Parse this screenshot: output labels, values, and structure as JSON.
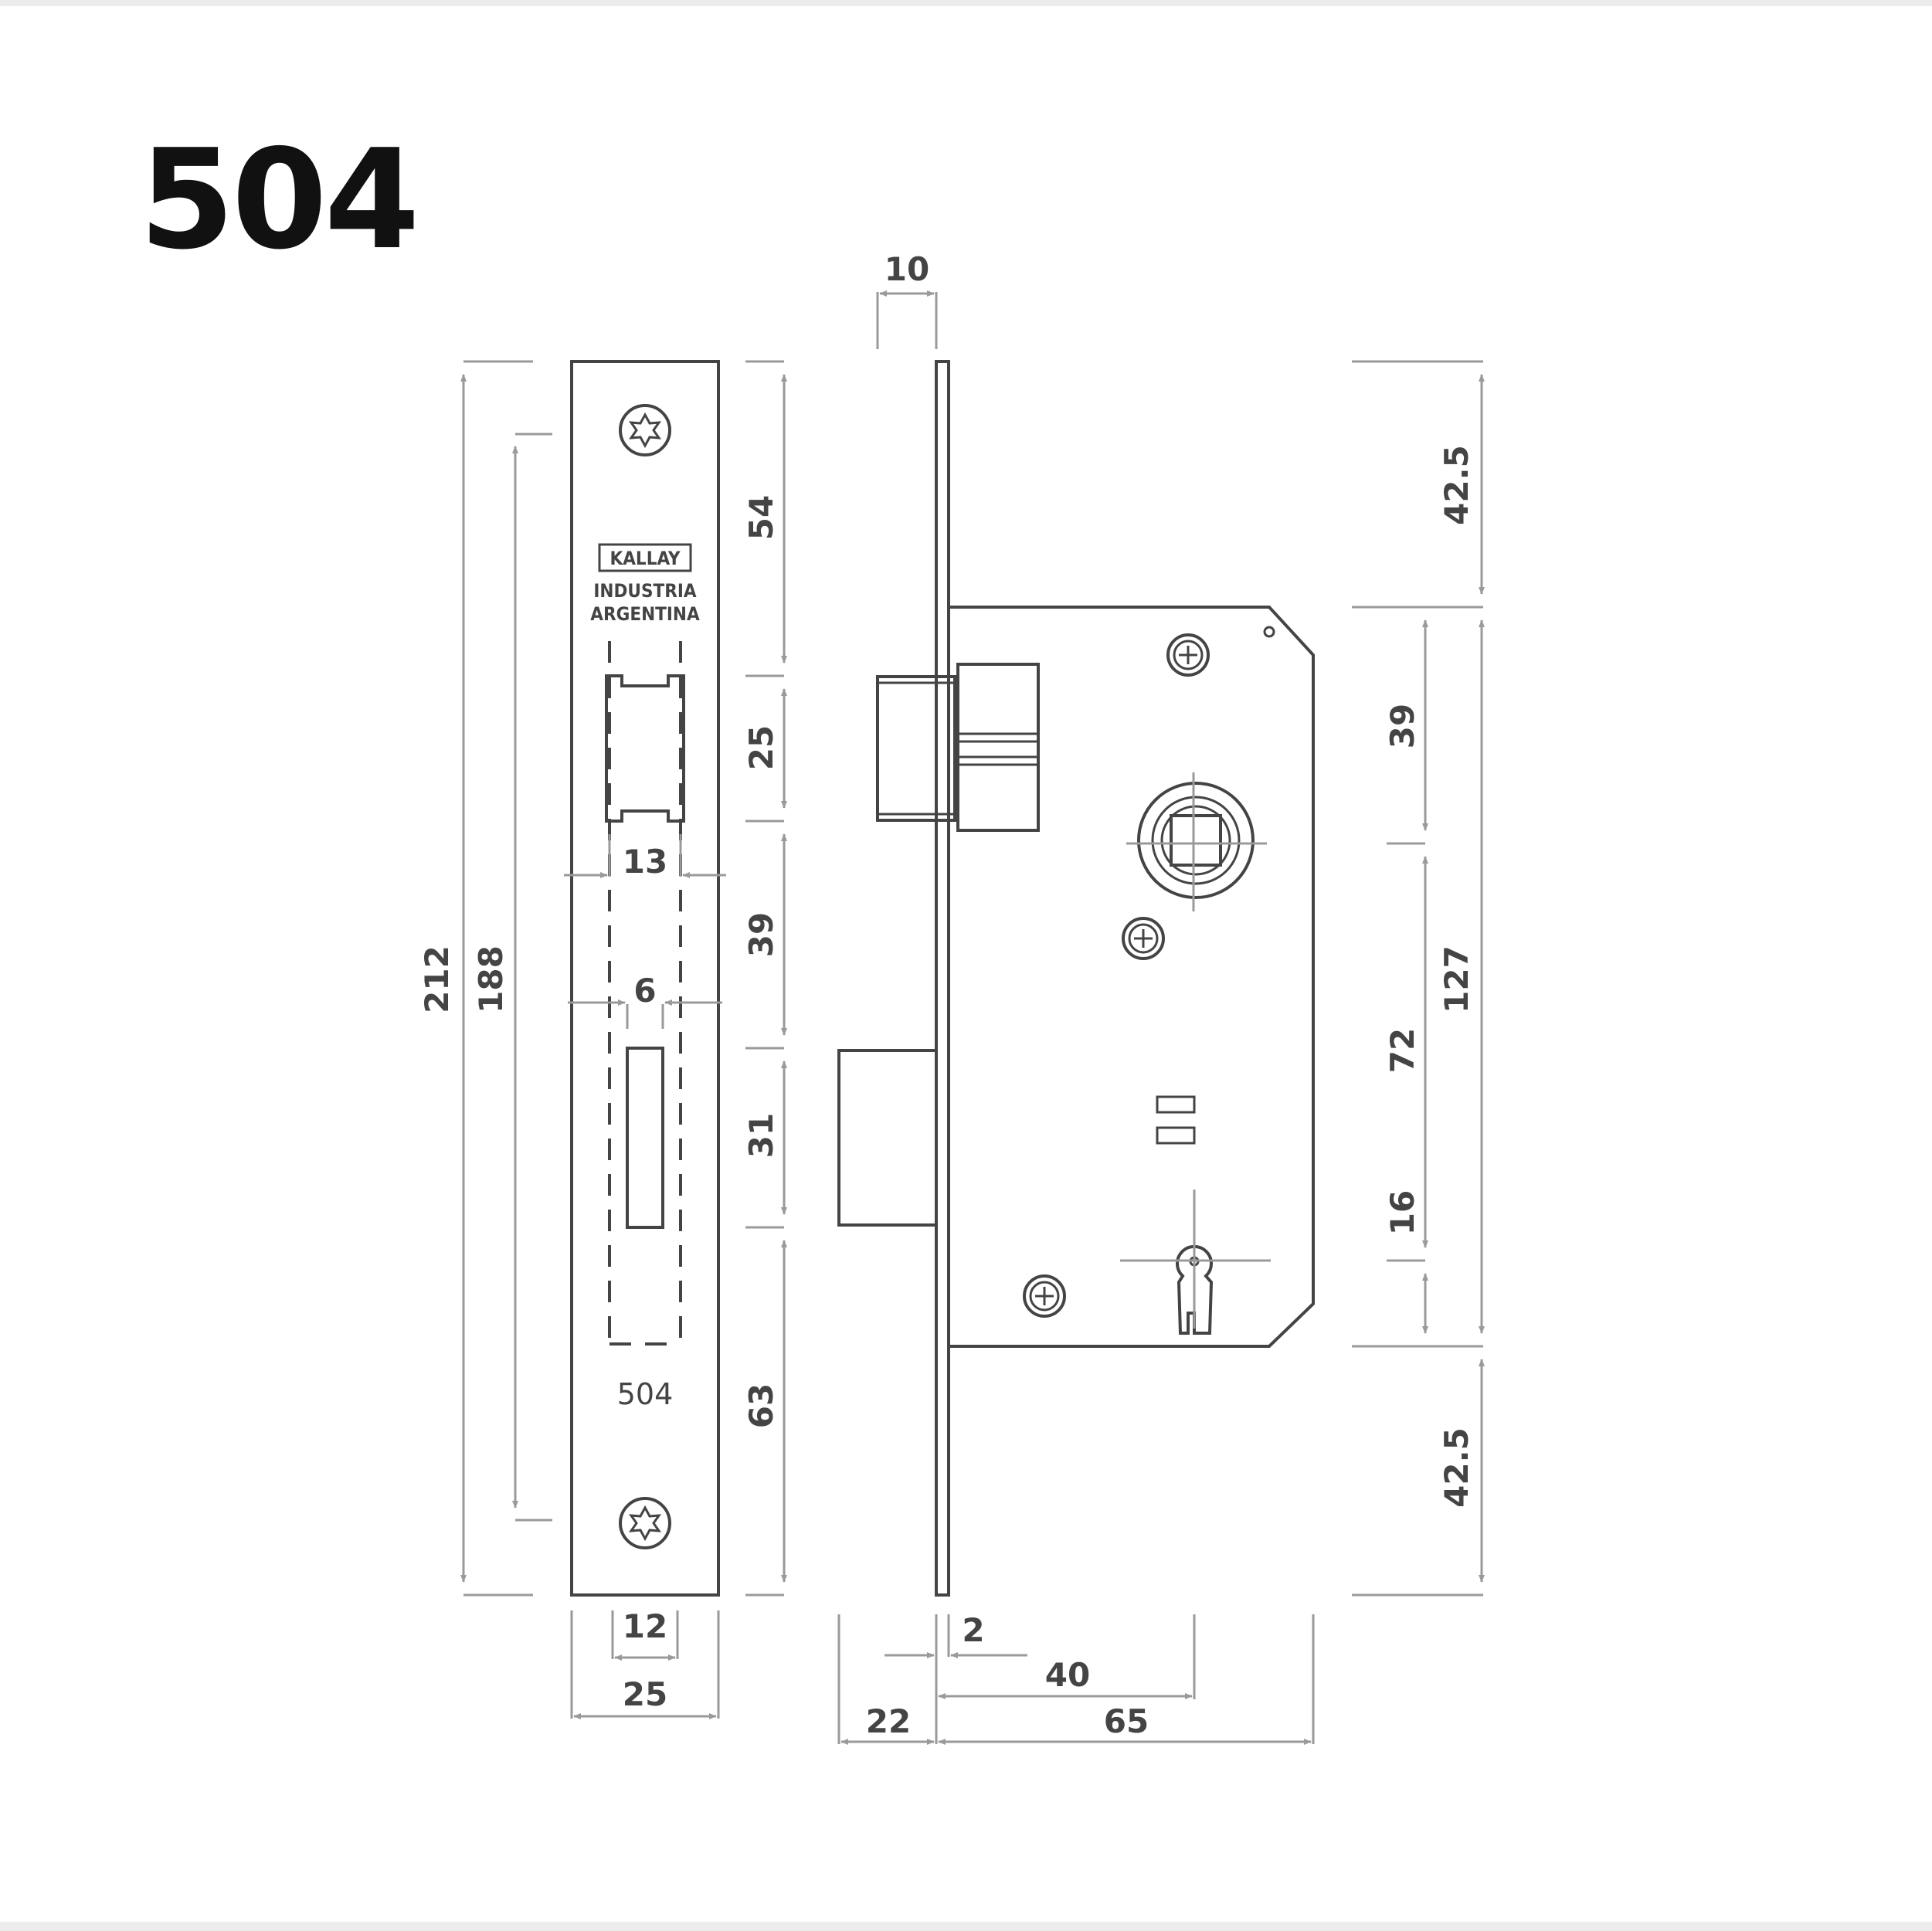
{
  "title": "504",
  "brand": {
    "logo": "KALLAY",
    "line1": "INDUSTRIA",
    "line2": "ARGENTINA"
  },
  "plate_label": "504",
  "dimensions": {
    "overall_height": "212",
    "screw_spacing": "188",
    "plate_top": "54",
    "latch_height": "25",
    "latch_to_bolt": "39",
    "bolt_height": "31",
    "plate_bottom": "63",
    "latch_width": "13",
    "bolt_width": "6",
    "inner_width": "12",
    "plate_width": "25",
    "plate_thickness": "10",
    "top_margin": "42.5",
    "case_upper": "39",
    "case_height": "127",
    "follower_to_key": "72",
    "key_to_bottom": "16",
    "bottom_margin": "42.5",
    "plate_offset": "2",
    "backset": "40",
    "case_depth": "65",
    "bolt_throw": "22"
  },
  "colors": {
    "line": "#444444",
    "dim_line": "#9a9a9a",
    "title": "#111111"
  }
}
